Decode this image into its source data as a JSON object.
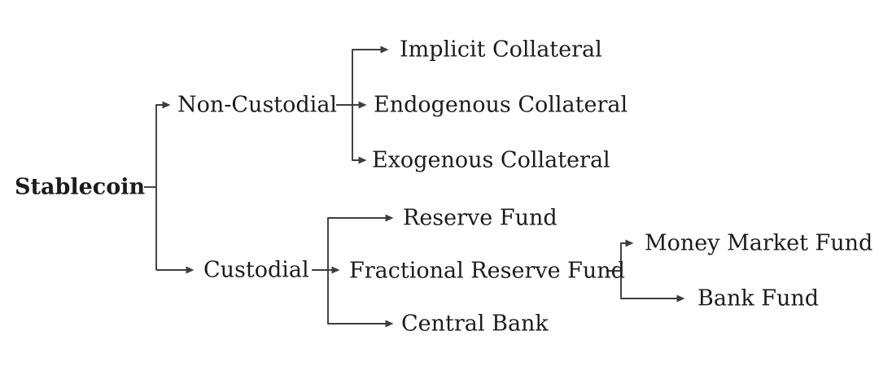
{
  "figure": {
    "type": "taxonomy-tree",
    "background_color": "#ffffff",
    "text_color": "#1c1c1c",
    "line_color": "#3d3d3d",
    "root_label": "Stablecoin"
  },
  "nodes": {
    "stablecoin": "Stablecoin",
    "non_custodial": "Non-Custodial",
    "implicit_collateral": "Implicit Collateral",
    "endogenous_collateral": "Endogenous Collateral",
    "exogenous_collateral": "Exogenous Collateral",
    "custodial": "Custodial",
    "reserve_fund": "Reserve Fund",
    "fractional_reserve_fund": "Fractional Reserve Fund",
    "money_market_fund": "Money Market Fund",
    "bank_fund": "Bank Fund",
    "central_bank": "Central Bank"
  },
  "edges": [
    [
      "Stablecoin",
      "Non-Custodial"
    ],
    [
      "Stablecoin",
      "Custodial"
    ],
    [
      "Non-Custodial",
      "Implicit Collateral"
    ],
    [
      "Non-Custodial",
      "Endogenous Collateral"
    ],
    [
      "Non-Custodial",
      "Exogenous Collateral"
    ],
    [
      "Custodial",
      "Reserve Fund"
    ],
    [
      "Custodial",
      "Fractional Reserve Fund"
    ],
    [
      "Custodial",
      "Central Bank"
    ],
    [
      "Fractional Reserve Fund",
      "Money Market Fund"
    ],
    [
      "Fractional Reserve Fund",
      "Bank Fund"
    ]
  ]
}
